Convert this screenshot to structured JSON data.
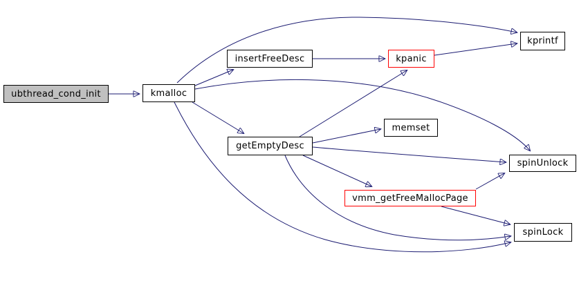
{
  "diagram": {
    "kind": "function-call-graph",
    "background_color": "#ffffff",
    "edge_color": "#191970",
    "node_border_color": "#000000",
    "root_fill_color": "#c0c0c0",
    "truncated_node_border_color": "#ff0000"
  },
  "nodes": [
    {
      "id": "ubthread_cond_init",
      "label": "ubthread_cond_init",
      "style": "root"
    },
    {
      "id": "kmalloc",
      "label": "kmalloc",
      "style": "normal"
    },
    {
      "id": "insertFreeDesc",
      "label": "insertFreeDesc",
      "style": "normal"
    },
    {
      "id": "kpanic",
      "label": "kpanic",
      "style": "red"
    },
    {
      "id": "kprintf",
      "label": "kprintf",
      "style": "normal"
    },
    {
      "id": "getEmptyDesc",
      "label": "getEmptyDesc",
      "style": "normal"
    },
    {
      "id": "memset",
      "label": "memset",
      "style": "normal"
    },
    {
      "id": "spinUnlock",
      "label": "spinUnlock",
      "style": "normal"
    },
    {
      "id": "vmm_getFreeMallocPage",
      "label": "vmm_getFreeMallocPage",
      "style": "red"
    },
    {
      "id": "spinLock",
      "label": "spinLock",
      "style": "normal"
    }
  ],
  "edges": [
    {
      "from": "ubthread_cond_init",
      "to": "kmalloc"
    },
    {
      "from": "kmalloc",
      "to": "insertFreeDesc"
    },
    {
      "from": "kmalloc",
      "to": "kprintf"
    },
    {
      "from": "kmalloc",
      "to": "getEmptyDesc"
    },
    {
      "from": "kmalloc",
      "to": "spinUnlock"
    },
    {
      "from": "kmalloc",
      "to": "spinLock"
    },
    {
      "from": "insertFreeDesc",
      "to": "kpanic"
    },
    {
      "from": "kpanic",
      "to": "kprintf"
    },
    {
      "from": "getEmptyDesc",
      "to": "kpanic"
    },
    {
      "from": "getEmptyDesc",
      "to": "memset"
    },
    {
      "from": "getEmptyDesc",
      "to": "spinUnlock"
    },
    {
      "from": "getEmptyDesc",
      "to": "vmm_getFreeMallocPage"
    },
    {
      "from": "getEmptyDesc",
      "to": "spinLock"
    },
    {
      "from": "vmm_getFreeMallocPage",
      "to": "spinUnlock"
    },
    {
      "from": "vmm_getFreeMallocPage",
      "to": "spinLock"
    }
  ]
}
